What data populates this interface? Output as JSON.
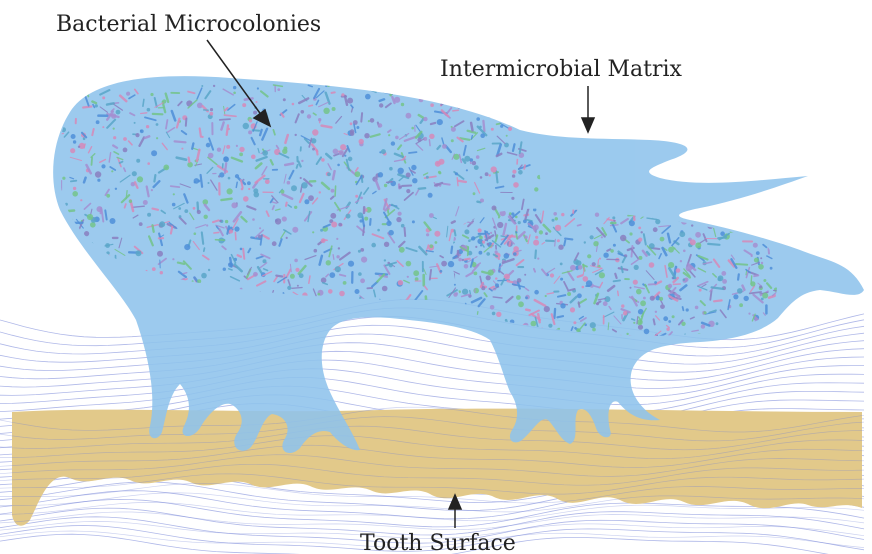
{
  "labels": {
    "microcolonies": "Bacterial Microcolonies",
    "matrix": "Intermicrobial Matrix",
    "tooth": "Tooth Surface"
  },
  "colors": {
    "matrix_fill": "#8ec3ec",
    "tooth_fill": "#e2c98a",
    "mesh_stroke": "#6f7fd6",
    "text": "#222222",
    "bacteria": [
      "#8a7fc0",
      "#4f8fd8",
      "#74c48a",
      "#d68ab8",
      "#5aa6c8",
      "#a58fd0"
    ]
  }
}
